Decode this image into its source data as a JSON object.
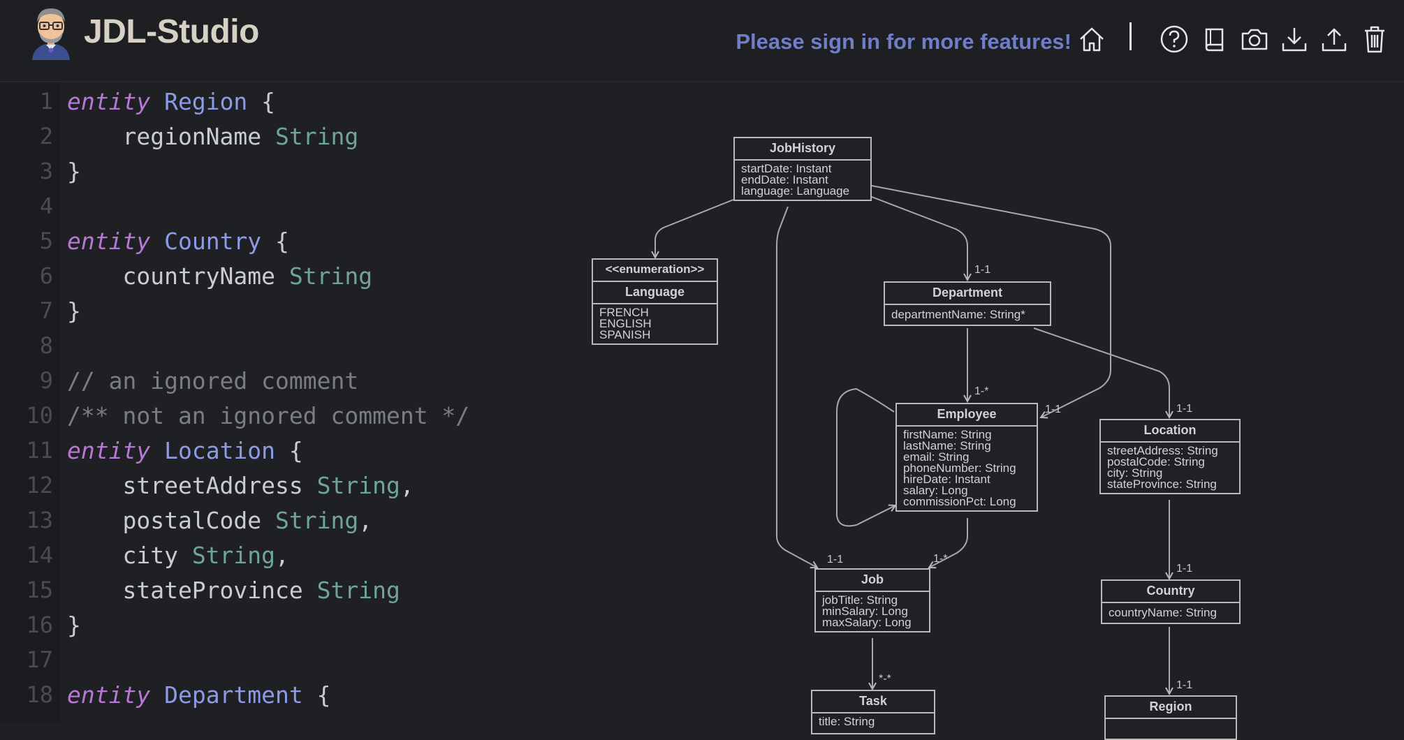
{
  "header": {
    "app_title": "JDL-Studio",
    "signin_text": "Please sign in for more features!",
    "tools": [
      {
        "name": "home-icon"
      },
      {
        "name": "help-icon"
      },
      {
        "name": "docs-icon"
      },
      {
        "name": "camera-icon"
      },
      {
        "name": "download-icon"
      },
      {
        "name": "upload-icon"
      },
      {
        "name": "trash-icon"
      }
    ]
  },
  "editor": {
    "lines": [
      {
        "n": "1"
      },
      {
        "n": "2"
      },
      {
        "n": "3"
      },
      {
        "n": "4"
      },
      {
        "n": "5"
      },
      {
        "n": "6"
      },
      {
        "n": "7"
      },
      {
        "n": "8"
      },
      {
        "n": "9"
      },
      {
        "n": "10"
      },
      {
        "n": "11"
      },
      {
        "n": "12"
      },
      {
        "n": "13"
      },
      {
        "n": "14"
      },
      {
        "n": "15"
      },
      {
        "n": "16"
      },
      {
        "n": "17"
      },
      {
        "n": "18"
      }
    ],
    "tokens": {
      "kw_entity": "entity",
      "brace_open": " {",
      "brace_close": "}",
      "region": "Region",
      "region_field": "    regionName ",
      "country": "Country",
      "country_field": "    countryName ",
      "string": "String",
      "string_comma": "String",
      "comma": ",",
      "comment1": "// an ignored comment",
      "comment2": "/** not an ignored comment */",
      "location": "Location",
      "street": "    streetAddress ",
      "postal": "    postalCode ",
      "city": "    city ",
      "state": "    stateProvince ",
      "department": "Department"
    }
  },
  "diagram": {
    "entities": {
      "jobhistory": {
        "title": "JobHistory",
        "fields": [
          "startDate: Instant",
          "endDate: Instant",
          "language: Language"
        ]
      },
      "language": {
        "stereotype": "<<enumeration>>",
        "title": "Language",
        "fields": [
          "FRENCH",
          "ENGLISH",
          "SPANISH"
        ]
      },
      "department": {
        "title": "Department",
        "fields": [
          "departmentName: String*"
        ]
      },
      "employee": {
        "title": "Employee",
        "fields": [
          "firstName: String",
          "lastName: String",
          "email: String",
          "phoneNumber: String",
          "hireDate: Instant",
          "salary: Long",
          "commissionPct: Long"
        ]
      },
      "location": {
        "title": "Location",
        "fields": [
          "streetAddress: String",
          "postalCode: String",
          "city: String",
          "stateProvince: String"
        ]
      },
      "job": {
        "title": "Job",
        "fields": [
          "jobTitle: String",
          "minSalary: Long",
          "maxSalary: Long"
        ]
      },
      "country": {
        "title": "Country",
        "fields": [
          "countryName: String"
        ]
      },
      "task": {
        "title": "Task",
        "fields": [
          "title: String"
        ]
      },
      "region": {
        "title": "Region",
        "fields": []
      }
    },
    "multiplicities": {
      "jh_dept": "1-1",
      "dept_emp": "1-*",
      "jh_emp": "1-1",
      "dept_loc": "1-1",
      "jh_job": "1-1",
      "emp_job": "1-*",
      "loc_country": "1-1",
      "job_task": "*-*",
      "country_region": "1-1"
    }
  }
}
